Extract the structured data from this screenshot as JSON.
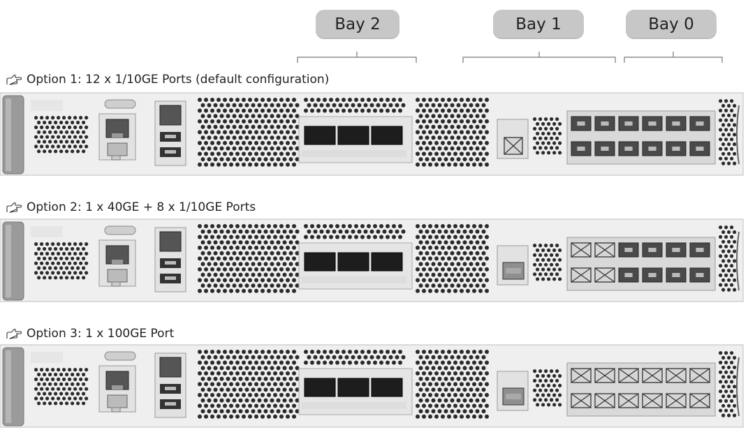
{
  "bays": [
    {
      "label": "Bay 2"
    },
    {
      "label": "Bay 1"
    },
    {
      "label": "Bay 0"
    }
  ],
  "options": [
    {
      "label": "Option 1: 12 x 1/10GE Ports (default configuration)",
      "bay1_module": "x",
      "bay0_top": "ok",
      "bay0_bottom": "ok"
    },
    {
      "label": "Option 2: 1 x 40GE + 8 x 1/10GE Ports",
      "bay1_module": "40G",
      "bay0_top": "mix",
      "bay0_bottom": "mix"
    },
    {
      "label": "Option 3: 1 x 100GE Port",
      "bay1_module": "100G",
      "bay0_top": "x",
      "bay0_bottom": "x"
    }
  ],
  "colors": {
    "bay_bubble": "#c7c7c7",
    "chassis": "#efefef",
    "handle": "#9a9a9a",
    "port_active": "#4a4a4a",
    "port_disabled": "#bdbdbd",
    "bay0_frame": "#9a9a9a"
  },
  "icons": [
    "pointing-hand-icon",
    "rj45-port-icon",
    "usb-port-icon",
    "disabled-port-icon"
  ]
}
